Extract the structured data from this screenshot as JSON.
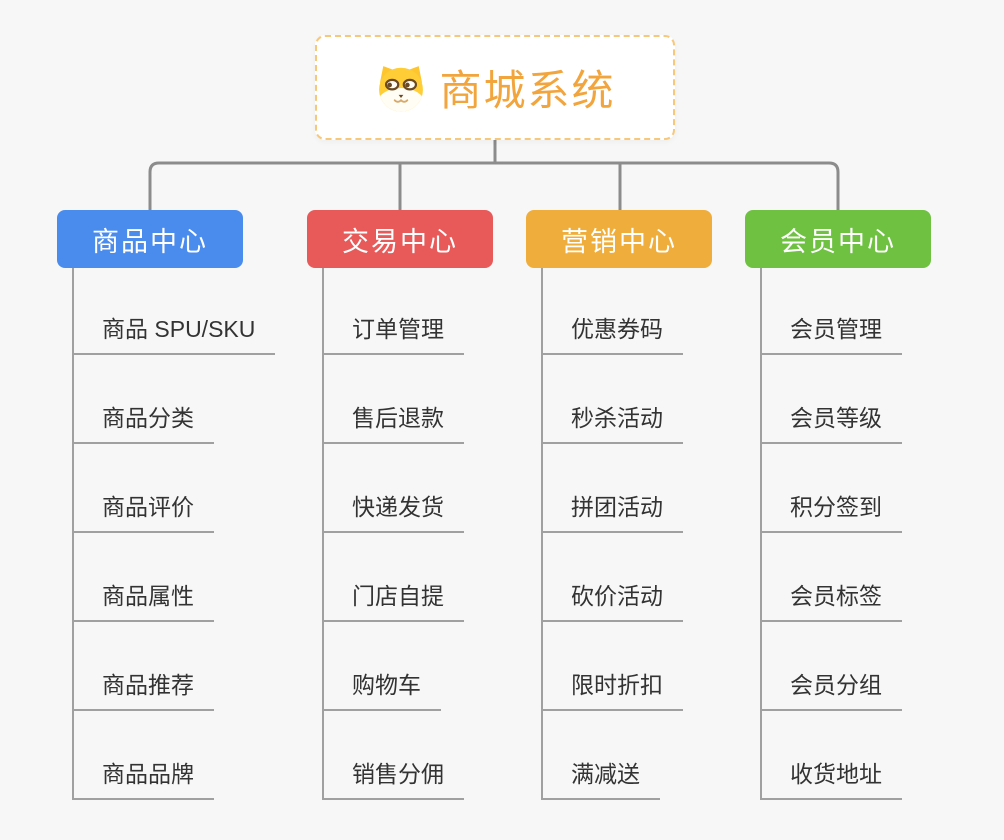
{
  "page": {
    "background_color": "#F7F7F7",
    "connector_color": "#8C8C8C",
    "leaf_line_color": "#A0A0A0",
    "leaf_text_color": "#333333"
  },
  "root": {
    "title": "商城系统",
    "icon": "dog-face-icon",
    "text_color": "#F2A43D",
    "border_color": "#F8C87A",
    "background_color": "#FFFFFF"
  },
  "branches": [
    {
      "label": "商品中心",
      "color": "#4A8CEE",
      "children": [
        "商品 SPU/SKU",
        "商品分类",
        "商品评价",
        "商品属性",
        "商品推荐",
        "商品品牌"
      ]
    },
    {
      "label": "交易中心",
      "color": "#E85A5A",
      "children": [
        "订单管理",
        "售后退款",
        "快递发货",
        "门店自提",
        "购物车",
        "销售分佣"
      ]
    },
    {
      "label": "营销中心",
      "color": "#EFAE3C",
      "children": [
        "优惠券码",
        "秒杀活动",
        "拼团活动",
        "砍价活动",
        "限时折扣",
        "满减送"
      ]
    },
    {
      "label": "会员中心",
      "color": "#6FC142",
      "children": [
        "会员管理",
        "会员等级",
        "积分签到",
        "会员标签",
        "会员分组",
        "收货地址"
      ]
    }
  ]
}
